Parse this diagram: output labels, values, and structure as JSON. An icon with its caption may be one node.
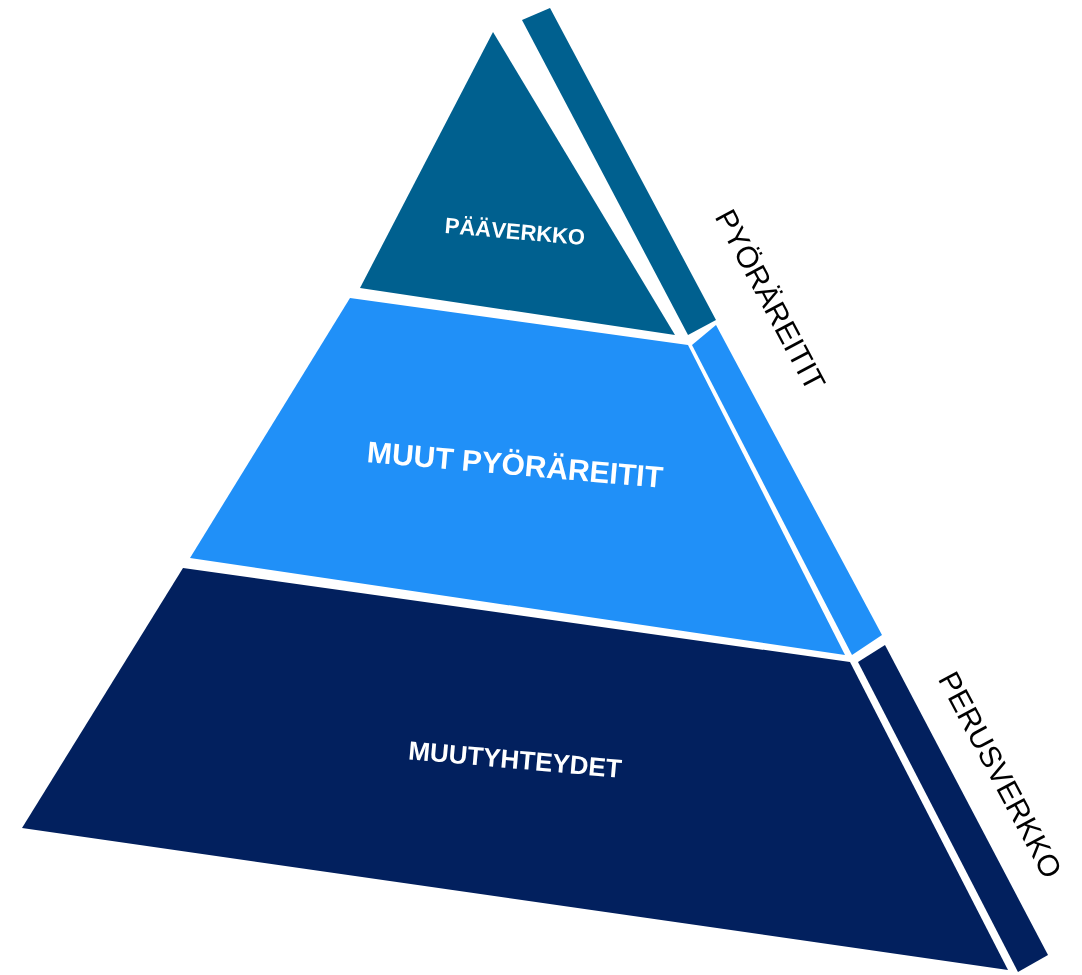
{
  "diagram": {
    "nodes": [
      {
        "text": [
          "PÄÄVERKKO"
        ]
      },
      {
        "text": [
          "MUUT PYÖRÄREITIT"
        ]
      },
      {
        "text": [
          "MUUTYHTEYDET"
        ]
      }
    ],
    "labels": [
      "PYÖRÄREITIT",
      "PERUSVERKKO"
    ]
  }
}
